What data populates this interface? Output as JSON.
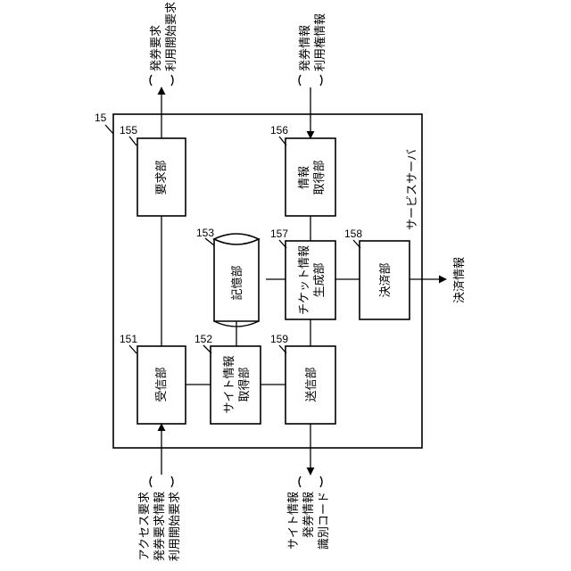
{
  "server": {
    "number": "15",
    "title": "サービスサーバ"
  },
  "units": {
    "request": {
      "number": "155",
      "lines": [
        "要求部"
      ]
    },
    "info_acquire": {
      "number": "156",
      "lines": [
        "情報",
        "取得部"
      ]
    },
    "storage": {
      "number": "153",
      "lines": [
        "記憶部"
      ]
    },
    "ticket_gen": {
      "number": "157",
      "lines": [
        "チケット情報",
        "生成部"
      ]
    },
    "settlement": {
      "number": "158",
      "lines": [
        "決済部"
      ]
    },
    "receive": {
      "number": "151",
      "lines": [
        "受信部"
      ]
    },
    "site_acquire": {
      "number": "152",
      "lines": [
        "サイト情報",
        "取得部"
      ]
    },
    "send": {
      "number": "159",
      "lines": [
        "送信部"
      ]
    }
  },
  "external": {
    "top_left": [
      "発券要求",
      "利用開始要求"
    ],
    "top_right": [
      "発券情報",
      "利用権情報"
    ],
    "right": [
      "決済情報"
    ],
    "bottom_left": [
      "アクセス要求",
      "発券要求情報",
      "利用開始要求"
    ],
    "bottom_right": [
      "サイト情報",
      "発券情報",
      "識別コード"
    ]
  }
}
